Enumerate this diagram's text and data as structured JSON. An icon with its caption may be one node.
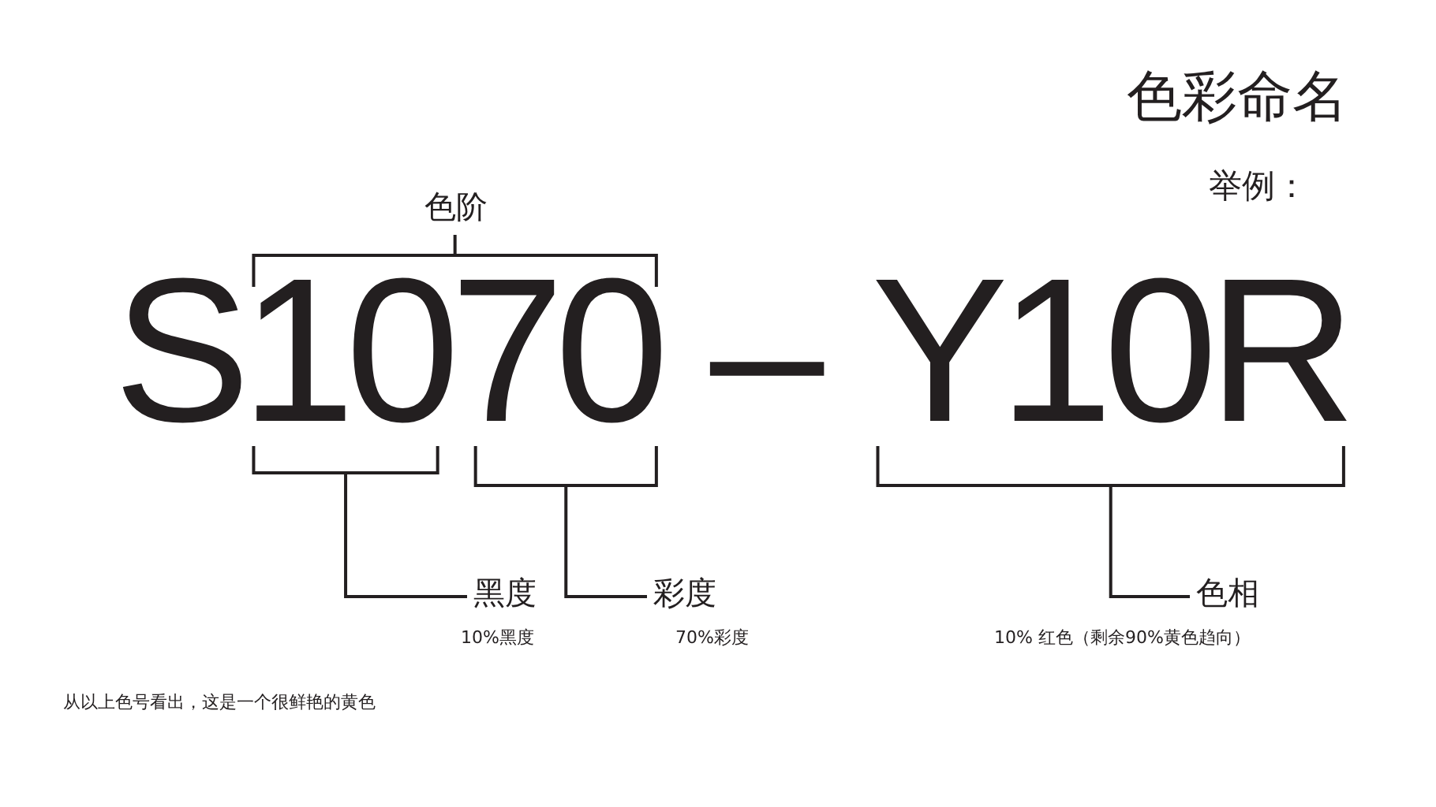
{
  "diagram": {
    "title": "色彩命名",
    "nodes": [
      {
        "text": [
          "色阶"
        ]
      },
      {
        "text": [
          "10"
        ]
      },
      {
        "text": [
          "70"
        ]
      },
      {
        "text": [
          "Y10R"
        ]
      },
      {
        "text": [
          "黑度"
        ],
        "beside": [
          "10%黑度"
        ]
      },
      {
        "text": [
          "彩度"
        ],
        "beside": [
          "70%彩度"
        ]
      },
      {
        "text": [
          "色相"
        ],
        "beside": [
          "10% 红色（剩余90%黄色趋向）"
        ]
      }
    ],
    "edges": [
      {
        "from": 0,
        "to": 1,
        "arrow": "none"
      },
      {
        "from": 0,
        "to": 2,
        "arrow": "none"
      },
      {
        "from": 4,
        "to": 1,
        "arrow": "none"
      },
      {
        "from": 5,
        "to": 2,
        "arrow": "none"
      },
      {
        "from": 6,
        "to": 3,
        "arrow": "none"
      }
    ],
    "labels": [
      "举例：",
      "S",
      "–",
      "从以上色号看出，这是一个很鲜艳的黄色"
    ]
  }
}
